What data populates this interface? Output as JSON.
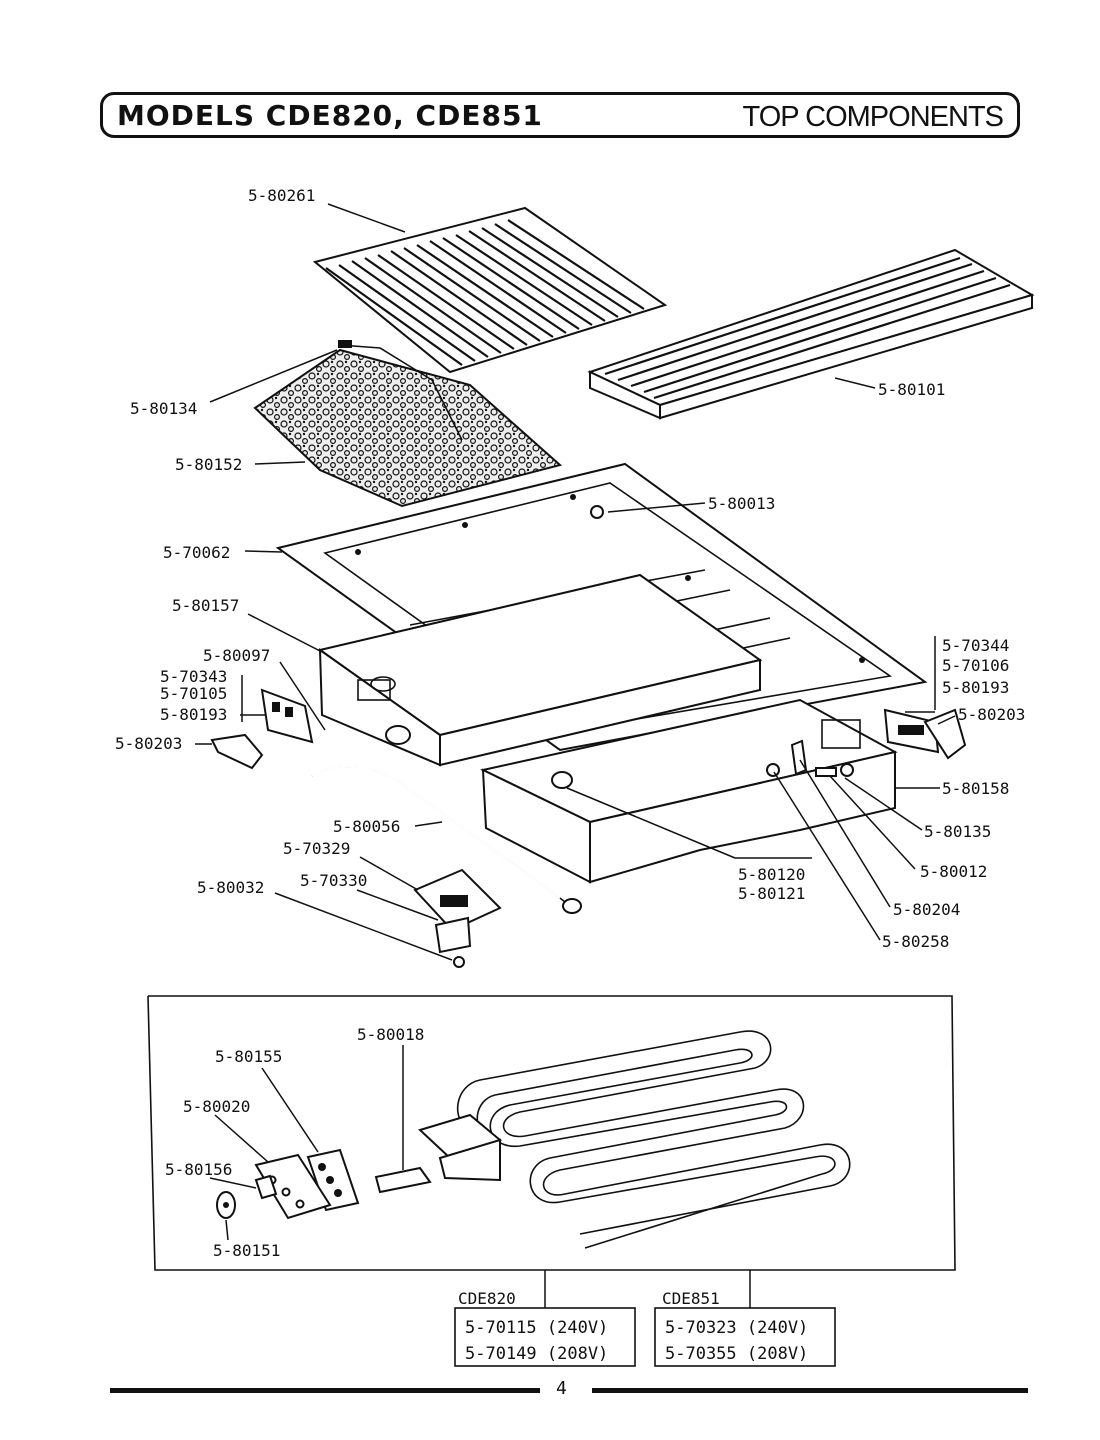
{
  "header": {
    "models_title": "MODELS CDE820, CDE851",
    "section_title": "TOP COMPONENTS"
  },
  "labels": {
    "p80261": "5-80261",
    "p80134": "5-80134",
    "p80101": "5-80101",
    "p80152": "5-80152",
    "p80013": "5-80013",
    "p70062": "5-70062",
    "p80157": "5-80157",
    "p80097": "5-80097",
    "p70343": "5-70343",
    "p70105": "5-70105",
    "p80193_left": "5-80193",
    "p80203_left": "5-80203",
    "p70344": "5-70344",
    "p70106": "5-70106",
    "p80193_right": "5-80193",
    "p80203_right": "5-80203",
    "p80158": "5-80158",
    "p80135": "5-80135",
    "p80012": "5-80012",
    "p80120": "5-80120",
    "p80121": "5-80121",
    "p80204": "5-80204",
    "p80258": "5-80258",
    "p80056": "5-80056",
    "p70329": "5-70329",
    "p70330": "5-70330",
    "p80032": "5-80032",
    "p80018": "5-80018",
    "p80155": "5-80155",
    "p80020": "5-80020",
    "p80156": "5-80156",
    "p80151": "5-80151"
  },
  "element_table": {
    "cde820": {
      "model": "CDE820",
      "line1": "5-70115 (240V)",
      "line2": "5-70149 (208V)"
    },
    "cde851": {
      "model": "CDE851",
      "line1": "5-70323 (240V)",
      "line2": "5-70355 (208V)"
    }
  },
  "page_number": "4"
}
